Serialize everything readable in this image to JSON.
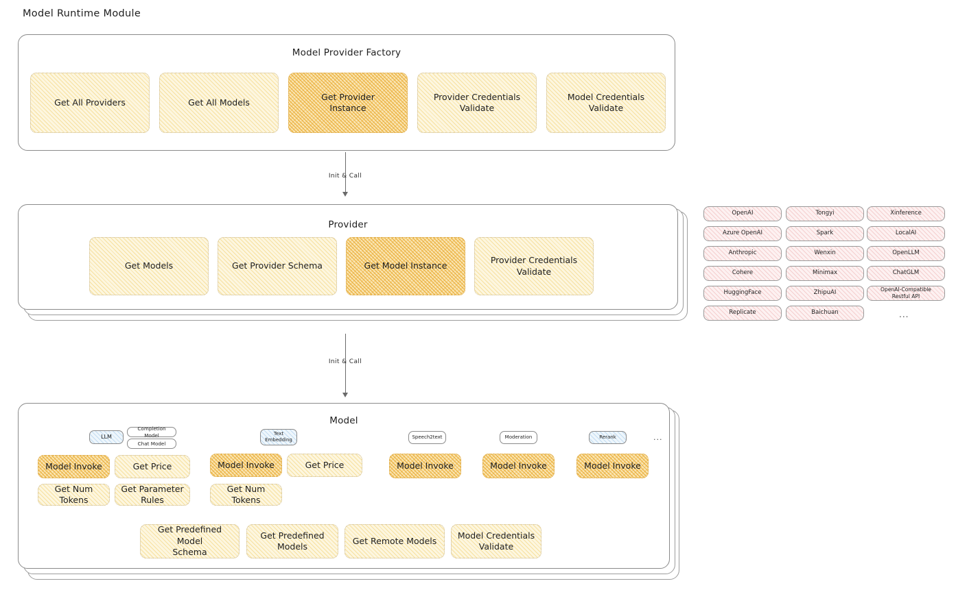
{
  "title": "Model Runtime Module",
  "factory": {
    "title": "Model Provider Factory",
    "nodes": [
      {
        "label": "Get All Providers",
        "style": "light"
      },
      {
        "label": "Get All Models",
        "style": "light"
      },
      {
        "label": "Get Provider\nInstance",
        "style": "highlight"
      },
      {
        "label": "Provider Credentials\nValidate",
        "style": "light"
      },
      {
        "label": "Model Credentials\nValidate",
        "style": "light"
      }
    ]
  },
  "arrow1": {
    "label": "Init & Call"
  },
  "arrow2": {
    "label": "Init & Call"
  },
  "provider": {
    "title": "Provider",
    "nodes": [
      {
        "label": "Get Models",
        "style": "light"
      },
      {
        "label": "Get Provider Schema",
        "style": "light"
      },
      {
        "label": "Get Model Instance",
        "style": "highlight"
      },
      {
        "label": "Provider Credentials\nValidate",
        "style": "light"
      }
    ]
  },
  "provider_list": {
    "columns": [
      [
        "OpenAI",
        "Azure OpenAI",
        "Anthropic",
        "Cohere",
        "HuggingFace",
        "Replicate"
      ],
      [
        "Tongyi",
        "Spark",
        "Wenxin",
        "Minimax",
        "ZhipuAI",
        "Baichuan"
      ],
      [
        "Xinference",
        "LocalAI",
        "OpenLLM",
        "ChatGLM",
        "OpenAI-Compatible Restful API"
      ]
    ],
    "more": "..."
  },
  "model": {
    "title": "Model",
    "more": "...",
    "types": [
      {
        "badge": "LLM",
        "badge_style": "blue",
        "subbadges": [
          "Completion Model",
          "Chat Model"
        ],
        "nodes": [
          {
            "label": "Model Invoke",
            "style": "highlight"
          },
          {
            "label": "Get Price",
            "style": "light"
          },
          {
            "label": "Get Num Tokens",
            "style": "light"
          },
          {
            "label": "Get Parameter\nRules",
            "style": "light"
          }
        ]
      },
      {
        "badge": "Text\nEmbedding",
        "badge_style": "blue",
        "subbadges": [],
        "nodes": [
          {
            "label": "Model Invoke",
            "style": "highlight"
          },
          {
            "label": "Get Price",
            "style": "light"
          },
          {
            "label": "Get Num Tokens",
            "style": "light"
          }
        ]
      },
      {
        "badge": "Speech2text",
        "badge_style": "white",
        "subbadges": [],
        "nodes": [
          {
            "label": "Model Invoke",
            "style": "highlight"
          }
        ]
      },
      {
        "badge": "Moderation",
        "badge_style": "white",
        "subbadges": [],
        "nodes": [
          {
            "label": "Model Invoke",
            "style": "highlight"
          }
        ]
      },
      {
        "badge": "Rerank",
        "badge_style": "blue",
        "subbadges": [],
        "nodes": [
          {
            "label": "Model Invoke",
            "style": "highlight"
          }
        ]
      }
    ],
    "shared_nodes": [
      {
        "label": "Get Predefined Model\nSchema",
        "style": "light"
      },
      {
        "label": "Get Predefined\nModels",
        "style": "light"
      },
      {
        "label": "Get Remote Models",
        "style": "light"
      },
      {
        "label": "Model Credentials\nValidate",
        "style": "light"
      }
    ]
  },
  "colors": {
    "highlight": "#f0ce6a",
    "light": "#fdf6df",
    "provider_pill": "#fdf1f1",
    "badge_blue": "#eef6fc",
    "border": "#8a8a8a"
  }
}
